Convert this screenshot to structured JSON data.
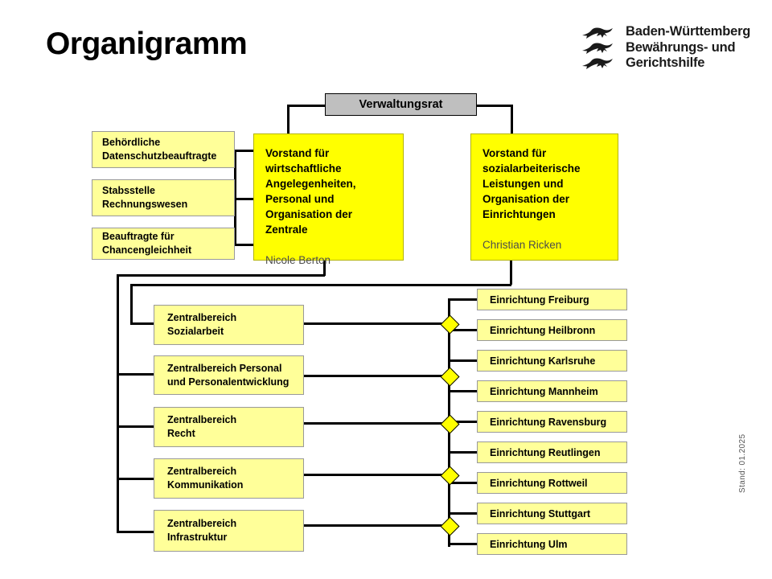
{
  "header": {
    "title": "Organigramm",
    "logo_lines": [
      "Baden-Württemberg",
      "Bewährungs- und",
      "Gerichtshilfe"
    ],
    "logo_icon": "three-lions-crest"
  },
  "footer": {
    "revision": "Stand: 01.2025"
  },
  "colors": {
    "council_fill": "#bfbfbf",
    "board_fill": "#ffff00",
    "node_fill": "#ffff99",
    "node_border": "#999999",
    "line": "#000000",
    "diamond_fill": "#ffff00",
    "subtitle_text": "#4d4d4d"
  },
  "council": {
    "label": "Verwaltungsrat"
  },
  "boards": [
    {
      "title": "Vorstand für\nwirtschaftliche\nAngelegenheiten,\nPersonal und\nOrganisation der\nZentrale",
      "person": "Nicole Berton"
    },
    {
      "title": "Vorstand für\nsozialarbeiterische\nLeistungen und\nOrganisation der\nEinrichtungen",
      "person": "Christian Ricken"
    }
  ],
  "staff_units": [
    {
      "label": "Behördliche\nDatenschutzbeauftragte"
    },
    {
      "label": "Stabsstelle\nRechnungswesen"
    },
    {
      "label": "Beauftragte für\nChancengleichheit"
    }
  ],
  "central_units": [
    {
      "label": "Zentralbereich\nSozialarbeit"
    },
    {
      "label": "Zentralbereich Personal\nund Personalentwicklung"
    },
    {
      "label": "Zentralbereich\nRecht"
    },
    {
      "label": "Zentralbereich\nKommunikation"
    },
    {
      "label": "Zentralbereich\nInfrastruktur"
    }
  ],
  "facilities": [
    {
      "label": "Einrichtung Freiburg"
    },
    {
      "label": "Einrichtung Heilbronn"
    },
    {
      "label": "Einrichtung Karlsruhe"
    },
    {
      "label": "Einrichtung Mannheim"
    },
    {
      "label": "Einrichtung Ravensburg"
    },
    {
      "label": "Einrichtung Reutlingen"
    },
    {
      "label": "Einrichtung Rottweil"
    },
    {
      "label": "Einrichtung Stuttgart"
    },
    {
      "label": "Einrichtung Ulm"
    }
  ]
}
